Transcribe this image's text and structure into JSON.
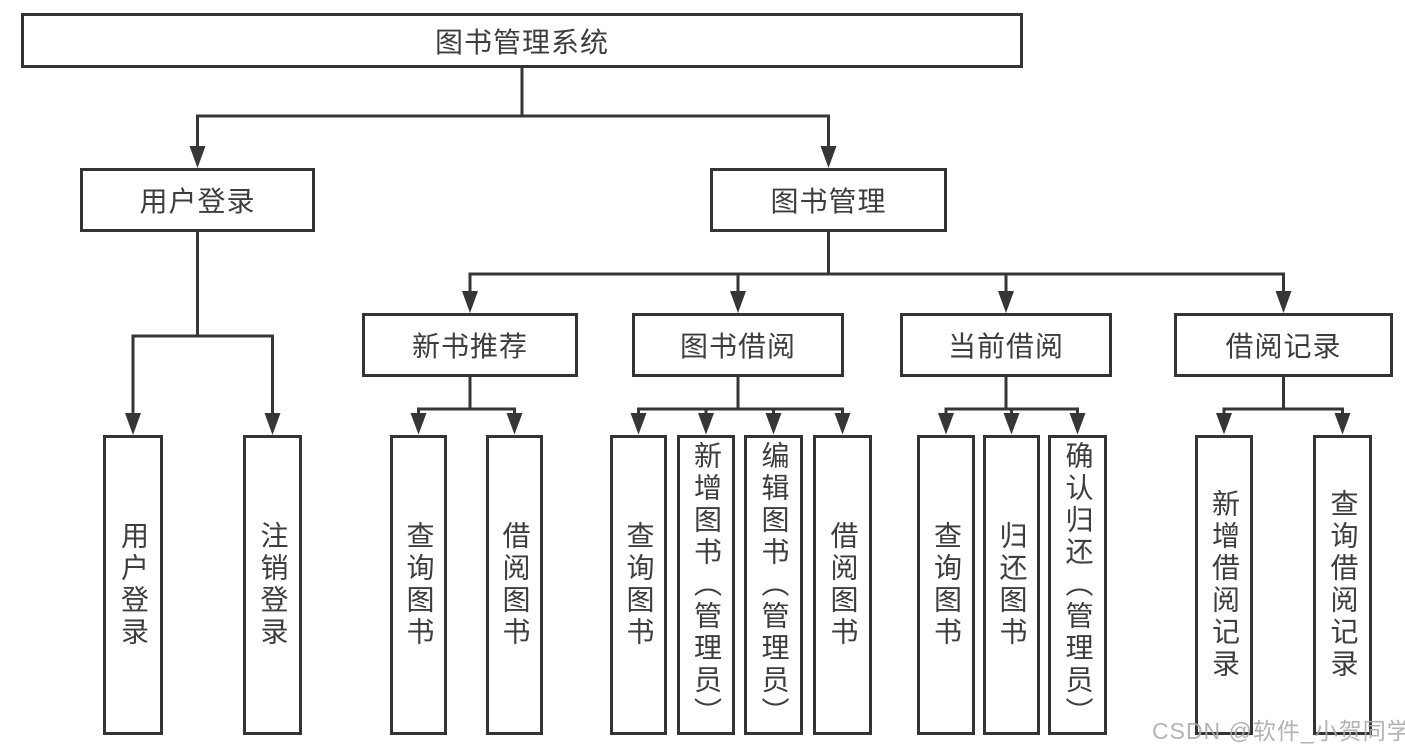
{
  "colors": {
    "line": "#363636",
    "border": "#343434",
    "text": "#3d3d3d",
    "box_background": "#ffffff",
    "watermark": "#ababab"
  },
  "watermark": "CSDN @软件_小贺同学",
  "tree": {
    "label": "图书管理系统",
    "children": [
      {
        "label": "用户登录",
        "children": [
          {
            "label": "用户登录"
          },
          {
            "label": "注销登录"
          }
        ]
      },
      {
        "label": "图书管理",
        "children": [
          {
            "label": "新书推荐",
            "children": [
              {
                "label": "查询图书"
              },
              {
                "label": "借阅图书"
              }
            ]
          },
          {
            "label": "图书借阅",
            "children": [
              {
                "label": "查询图书"
              },
              {
                "label": "新增图书（管理员）"
              },
              {
                "label": "编辑图书（管理员）"
              },
              {
                "label": "借阅图书"
              }
            ]
          },
          {
            "label": "当前借阅",
            "children": [
              {
                "label": "查询图书"
              },
              {
                "label": "归还图书"
              },
              {
                "label": "确认归还（管理员）"
              }
            ]
          },
          {
            "label": "借阅记录",
            "children": [
              {
                "label": "新增借阅记录"
              },
              {
                "label": "查询借阅记录"
              }
            ]
          }
        ]
      }
    ]
  }
}
